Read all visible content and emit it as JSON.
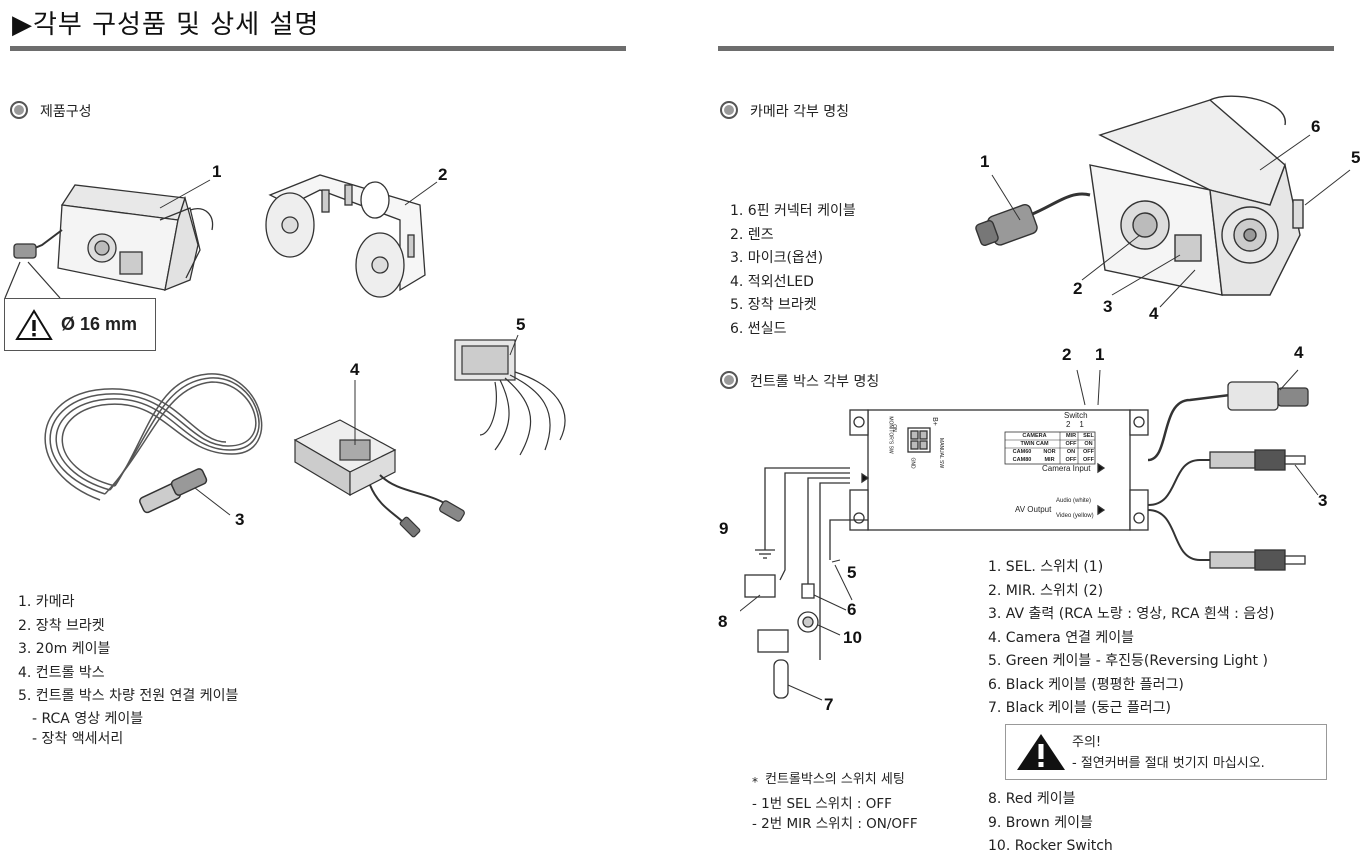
{
  "page_title": "▶각부 구성품 및 상세 설명",
  "left": {
    "section_title": "제품구성",
    "warning_size": "Ø 16 mm",
    "callouts": [
      "1",
      "2",
      "3",
      "4",
      "5"
    ],
    "items": [
      "1. 카메라",
      "2. 장착 브라켓",
      "3. 20m 케이블",
      "4. 컨트롤 박스",
      "5. 컨트롤 박스 차량 전원 연결 케이블"
    ],
    "subitems": [
      "- RCA 영상 케이블",
      "- 장착 액세서리"
    ]
  },
  "right": {
    "camera_section_title": "카메라 각부 명칭",
    "camera_items": [
      "1. 6핀 커넥터 케이블",
      "2. 렌즈",
      "3. 마이크(옵션)",
      "4. 적외선LED",
      "5. 장착 브라켓",
      "6. 썬실드"
    ],
    "camera_callouts": [
      "1",
      "2",
      "3",
      "4",
      "5",
      "6"
    ],
    "control_section_title": "컨트롤 박스 각부 명칭",
    "control_callouts": [
      "2",
      "1",
      "4",
      "3",
      "9",
      "5",
      "6",
      "8",
      "10",
      "7"
    ],
    "control_items": [
      "1. SEL. 스위치 (1)",
      "2. MIR. 스위치 (2)",
      "3. AV 출력 (RCA 노랑 : 영상, RCA 흰색 : 음성)",
      "4. Camera 연결 케이블",
      "5. Green 케이블 - 후진등(Reversing Light )",
      "6. Black 케이블 (평평한 플러그)",
      "7. Black 케이블 (둥근 플러그)"
    ],
    "caution_title": "주의!",
    "caution_text": "- 절연커버를 절대 벗기지 마십시오.",
    "control_items_2": [
      "8. Red 케이블",
      "9. Brown 케이블",
      "10. Rocker Switch"
    ],
    "switch_note_title": "컨트롤박스의 스위치 세팅",
    "switch_note_star": "*",
    "switch_note_lines": [
      "- 1번 SEL 스위치 : OFF",
      "- 2번 MIR 스위치 : ON/OFF"
    ],
    "box_labels": {
      "switch": "Switch",
      "switch_nums": "2    1",
      "camera_input": "Camera Input",
      "av_output": "AV Output",
      "audio": "Audio (white)",
      "video": "Video (yellow)",
      "b_plus": "B+",
      "on": "ON",
      "manual": "MANUAL SW",
      "monitor": "MONITOR'S SW",
      "gnd": "GND",
      "table_header": [
        "CAMERA",
        "MIR",
        "SEL"
      ],
      "table_rows": [
        [
          "TWIN CAM",
          "OFF",
          "ON"
        ],
        [
          "CAM60",
          "NOR",
          "ON",
          "OFF"
        ],
        [
          "CAM80",
          "MIR",
          "OFF",
          "OFF"
        ]
      ]
    }
  }
}
